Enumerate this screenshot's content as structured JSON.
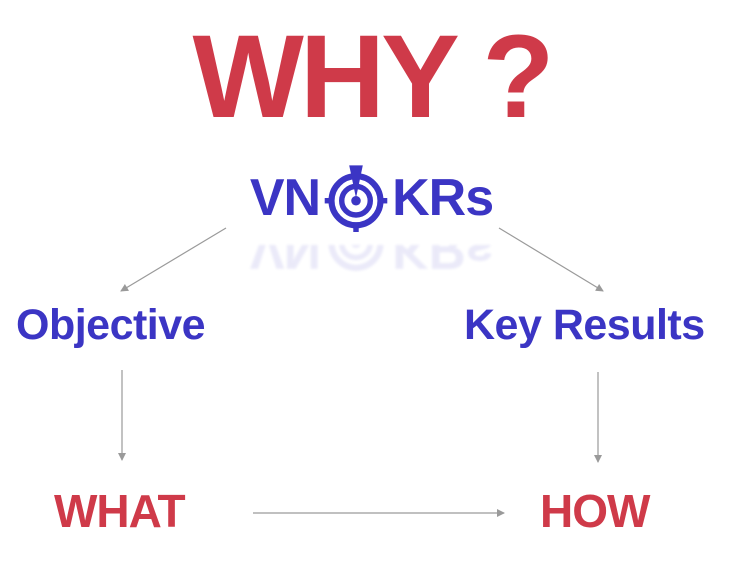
{
  "colors": {
    "red": "#cf3a49",
    "blue": "#3b35c4",
    "arrow": "#9a9a9a"
  },
  "heading": "WHY ?",
  "logo": {
    "left_text": "VN",
    "right_text": "KRs",
    "icon": "target-icon"
  },
  "nodes": {
    "objective": "Objective",
    "key_results": "Key Results",
    "what": "WHAT",
    "how": "HOW"
  }
}
